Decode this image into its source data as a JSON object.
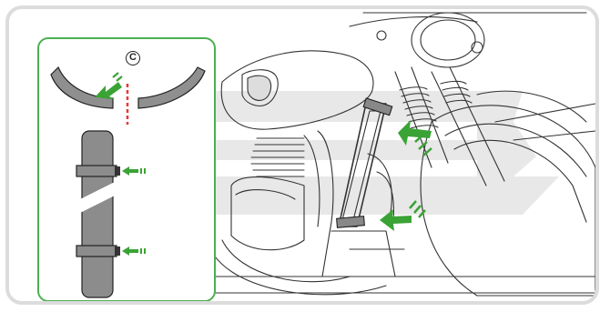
{
  "figure": {
    "callout_letter": "C",
    "accent_green": "#4caf50",
    "arrow_green": "#3aa335",
    "cut_line_red": "#e53935",
    "watermark_gray": "#e6e6e6",
    "icons": [
      "motorcycle-line-drawing",
      "cable-cover-part",
      "cut-line",
      "push-arrow"
    ]
  }
}
